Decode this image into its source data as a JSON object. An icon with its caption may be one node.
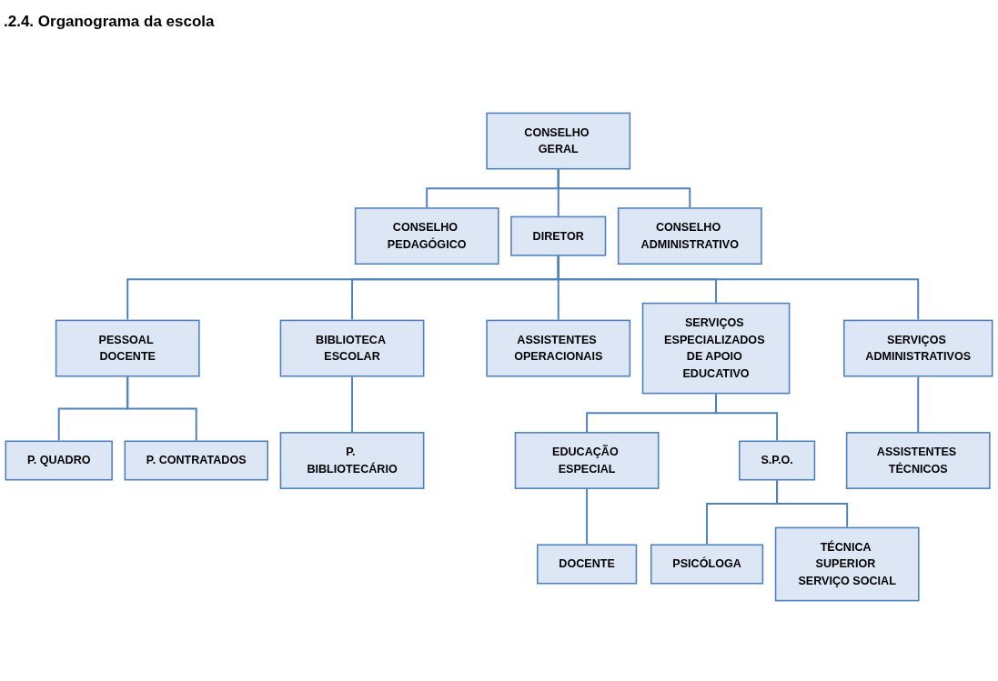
{
  "diagram": {
    "title": ".2.4. Organograma da escola",
    "nodes": [
      {
        "text": [
          "CONSELHO GERAL"
        ]
      },
      {
        "text": [
          "CONSELHO PEDAGÓGICO"
        ]
      },
      {
        "text": [
          "DIRETOR"
        ]
      },
      {
        "text": [
          "CONSELHO ADMINISTRATIVO"
        ]
      },
      {
        "text": [
          "PESSOAL DOCENTE"
        ]
      },
      {
        "text": [
          "BIBLIOTECA ESCOLAR"
        ]
      },
      {
        "text": [
          "ASSISTENTES OPERACIONAIS"
        ]
      },
      {
        "text": [
          "SERVIÇOS ESPECIALIZADOS DE APOIO EDUCATIVO"
        ]
      },
      {
        "text": [
          "SERVIÇOS ADMINISTRATIVOS"
        ]
      },
      {
        "text": [
          "P. QUADRO"
        ]
      },
      {
        "text": [
          "P. CONTRATADOS"
        ]
      },
      {
        "text": [
          "P. BIBLIOTECÁRIO"
        ]
      },
      {
        "text": [
          "EDUCAÇÃO ESPECIAL"
        ]
      },
      {
        "text": [
          "S.P.O."
        ]
      },
      {
        "text": [
          "ASSISTENTES TÉCNICOS"
        ]
      },
      {
        "text": [
          "DOCENTE"
        ]
      },
      {
        "text": [
          "PSICÓLOGA"
        ]
      },
      {
        "text": [
          "TÉCNICA SUPERIOR SERVIÇO SOCIAL"
        ]
      }
    ],
    "edges": [
      {
        "from": 0,
        "to": 1,
        "arrow": "none"
      },
      {
        "from": 0,
        "to": 2,
        "arrow": "none"
      },
      {
        "from": 0,
        "to": 3,
        "arrow": "none"
      },
      {
        "from": 2,
        "to": 4,
        "arrow": "none"
      },
      {
        "from": 2,
        "to": 5,
        "arrow": "none"
      },
      {
        "from": 2,
        "to": 6,
        "arrow": "none"
      },
      {
        "from": 2,
        "to": 7,
        "arrow": "none"
      },
      {
        "from": 2,
        "to": 8,
        "arrow": "none"
      },
      {
        "from": 4,
        "to": 9,
        "arrow": "none"
      },
      {
        "from": 4,
        "to": 10,
        "arrow": "none"
      },
      {
        "from": 5,
        "to": 11,
        "arrow": "none"
      },
      {
        "from": 7,
        "to": 12,
        "arrow": "none"
      },
      {
        "from": 7,
        "to": 13,
        "arrow": "none"
      },
      {
        "from": 8,
        "to": 14,
        "arrow": "none"
      },
      {
        "from": 12,
        "to": 15,
        "arrow": "none"
      },
      {
        "from": 13,
        "to": 16,
        "arrow": "none"
      },
      {
        "from": 13,
        "to": 17,
        "arrow": "none"
      }
    ]
  }
}
